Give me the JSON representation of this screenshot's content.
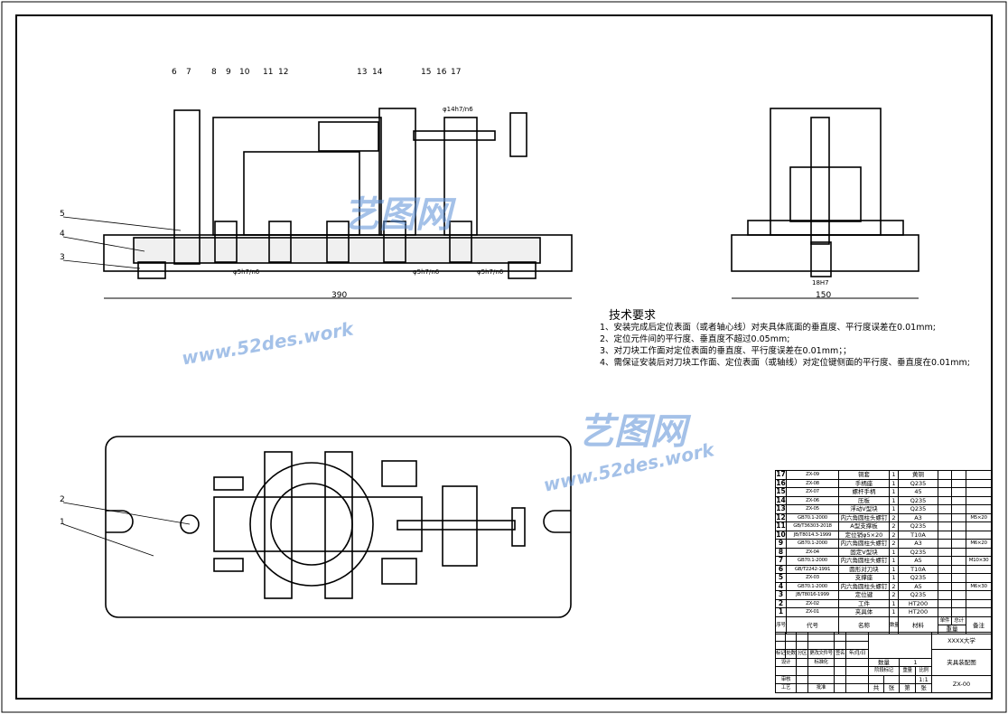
{
  "balloons": [
    "1",
    "2",
    "3",
    "4",
    "5",
    "6",
    "7",
    "8",
    "9",
    "10",
    "11",
    "12",
    "13",
    "14",
    "15",
    "16",
    "17"
  ],
  "dimensions": {
    "width_front": "390",
    "width_side": "150",
    "key_fit": "18H7",
    "fit1": "φ5h7/n6",
    "fit2": "φ5h7/n6",
    "fit3": "φ5h7/n6",
    "fit_bushing": "φ14h7/n6"
  },
  "watermark": {
    "logo": "艺图网",
    "url": "www.52des.work"
  },
  "tech": {
    "title": "技术要求",
    "items": [
      "1、安装完成后定位表面（或者轴心线）对夹具体底面的垂直度、平行度误差在0.01mm;",
      "2、定位元件间的平行度、垂直度不超过0.05mm;",
      "3、对刀块工作面对定位表面的垂直度、平行度误差在0.01mm；；",
      "4、需保证安装后对刀块工作面、定位表面（或轴线）对定位键侧面的平行度、垂直度在0.01mm;"
    ]
  },
  "bom": {
    "rows": [
      [
        "17",
        "ZX-09",
        "铜套",
        "1",
        "黄铜",
        "",
        ""
      ],
      [
        "16",
        "ZX-08",
        "手柄座",
        "1",
        "Q235",
        "",
        ""
      ],
      [
        "15",
        "ZX-07",
        "螺杆手柄",
        "1",
        "45",
        "",
        ""
      ],
      [
        "14",
        "ZX-06",
        "压板",
        "1",
        "Q235",
        "",
        ""
      ],
      [
        "13",
        "ZX-05",
        "浮动V型块",
        "1",
        "Q235",
        "",
        ""
      ],
      [
        "12",
        "GB70.1-2000",
        "内六角圆柱头螺钉",
        "2",
        "A3",
        "",
        "M5×20"
      ],
      [
        "11",
        "GB/T36303-2018",
        "A型支撑板",
        "2",
        "Q235",
        "",
        ""
      ],
      [
        "10",
        "JB/T8014.3-1999",
        "定位销φ5×20",
        "2",
        "T10A",
        "",
        ""
      ],
      [
        "9",
        "GB70.1-2000",
        "内六角圆柱头螺钉",
        "2",
        "A3",
        "",
        "M6×20"
      ],
      [
        "8",
        "ZX-04",
        "固定V型块",
        "1",
        "Q235",
        "",
        ""
      ],
      [
        "7",
        "GB70.1-2000",
        "内六角圆柱头螺钉",
        "1",
        "A5",
        "",
        "M10×30"
      ],
      [
        "6",
        "GB/T2242-1991",
        "圆形对刀块",
        "1",
        "T10A",
        "",
        ""
      ],
      [
        "5",
        "ZX-03",
        "支撑座",
        "1",
        "Q235",
        "",
        ""
      ],
      [
        "4",
        "GB70.1-2000",
        "内六角圆柱头螺钉",
        "2",
        "A5",
        "",
        "M6×30"
      ],
      [
        "3",
        "JB/T8016-1999",
        "定位键",
        "2",
        "Q235",
        "",
        ""
      ],
      [
        "2",
        "ZX-02",
        "工件",
        "1",
        "HT200",
        "",
        ""
      ],
      [
        "1",
        "ZX-01",
        "夹具体",
        "1",
        "HT200",
        "",
        ""
      ]
    ],
    "header": {
      "no": "序号",
      "code": "代号",
      "name": "名称",
      "qty": "数量",
      "material": "材料",
      "single": "单件",
      "total": "总计",
      "weight": "重量",
      "note": "备注"
    }
  },
  "title_block": {
    "school": "XXXX大学",
    "drawing_name": "夹具装配图",
    "drawing_no": "ZX-00",
    "qty_label": "数量",
    "qty": "1",
    "stage_label": "阶段标记",
    "weight_label": "重量",
    "scale_label": "比例",
    "scale": "1:1",
    "mark": "标记",
    "count": "处数",
    "zone": "分区",
    "change_doc": "更改文件号",
    "sign": "签名",
    "date": "年/月/日",
    "design": "设计",
    "standard": "标准化",
    "review": "审核",
    "process": "工艺",
    "approve": "批准",
    "sheets_total": "共",
    "sheets_unit": "张",
    "sheet_no": "第",
    "sheet_unit2": "张"
  }
}
